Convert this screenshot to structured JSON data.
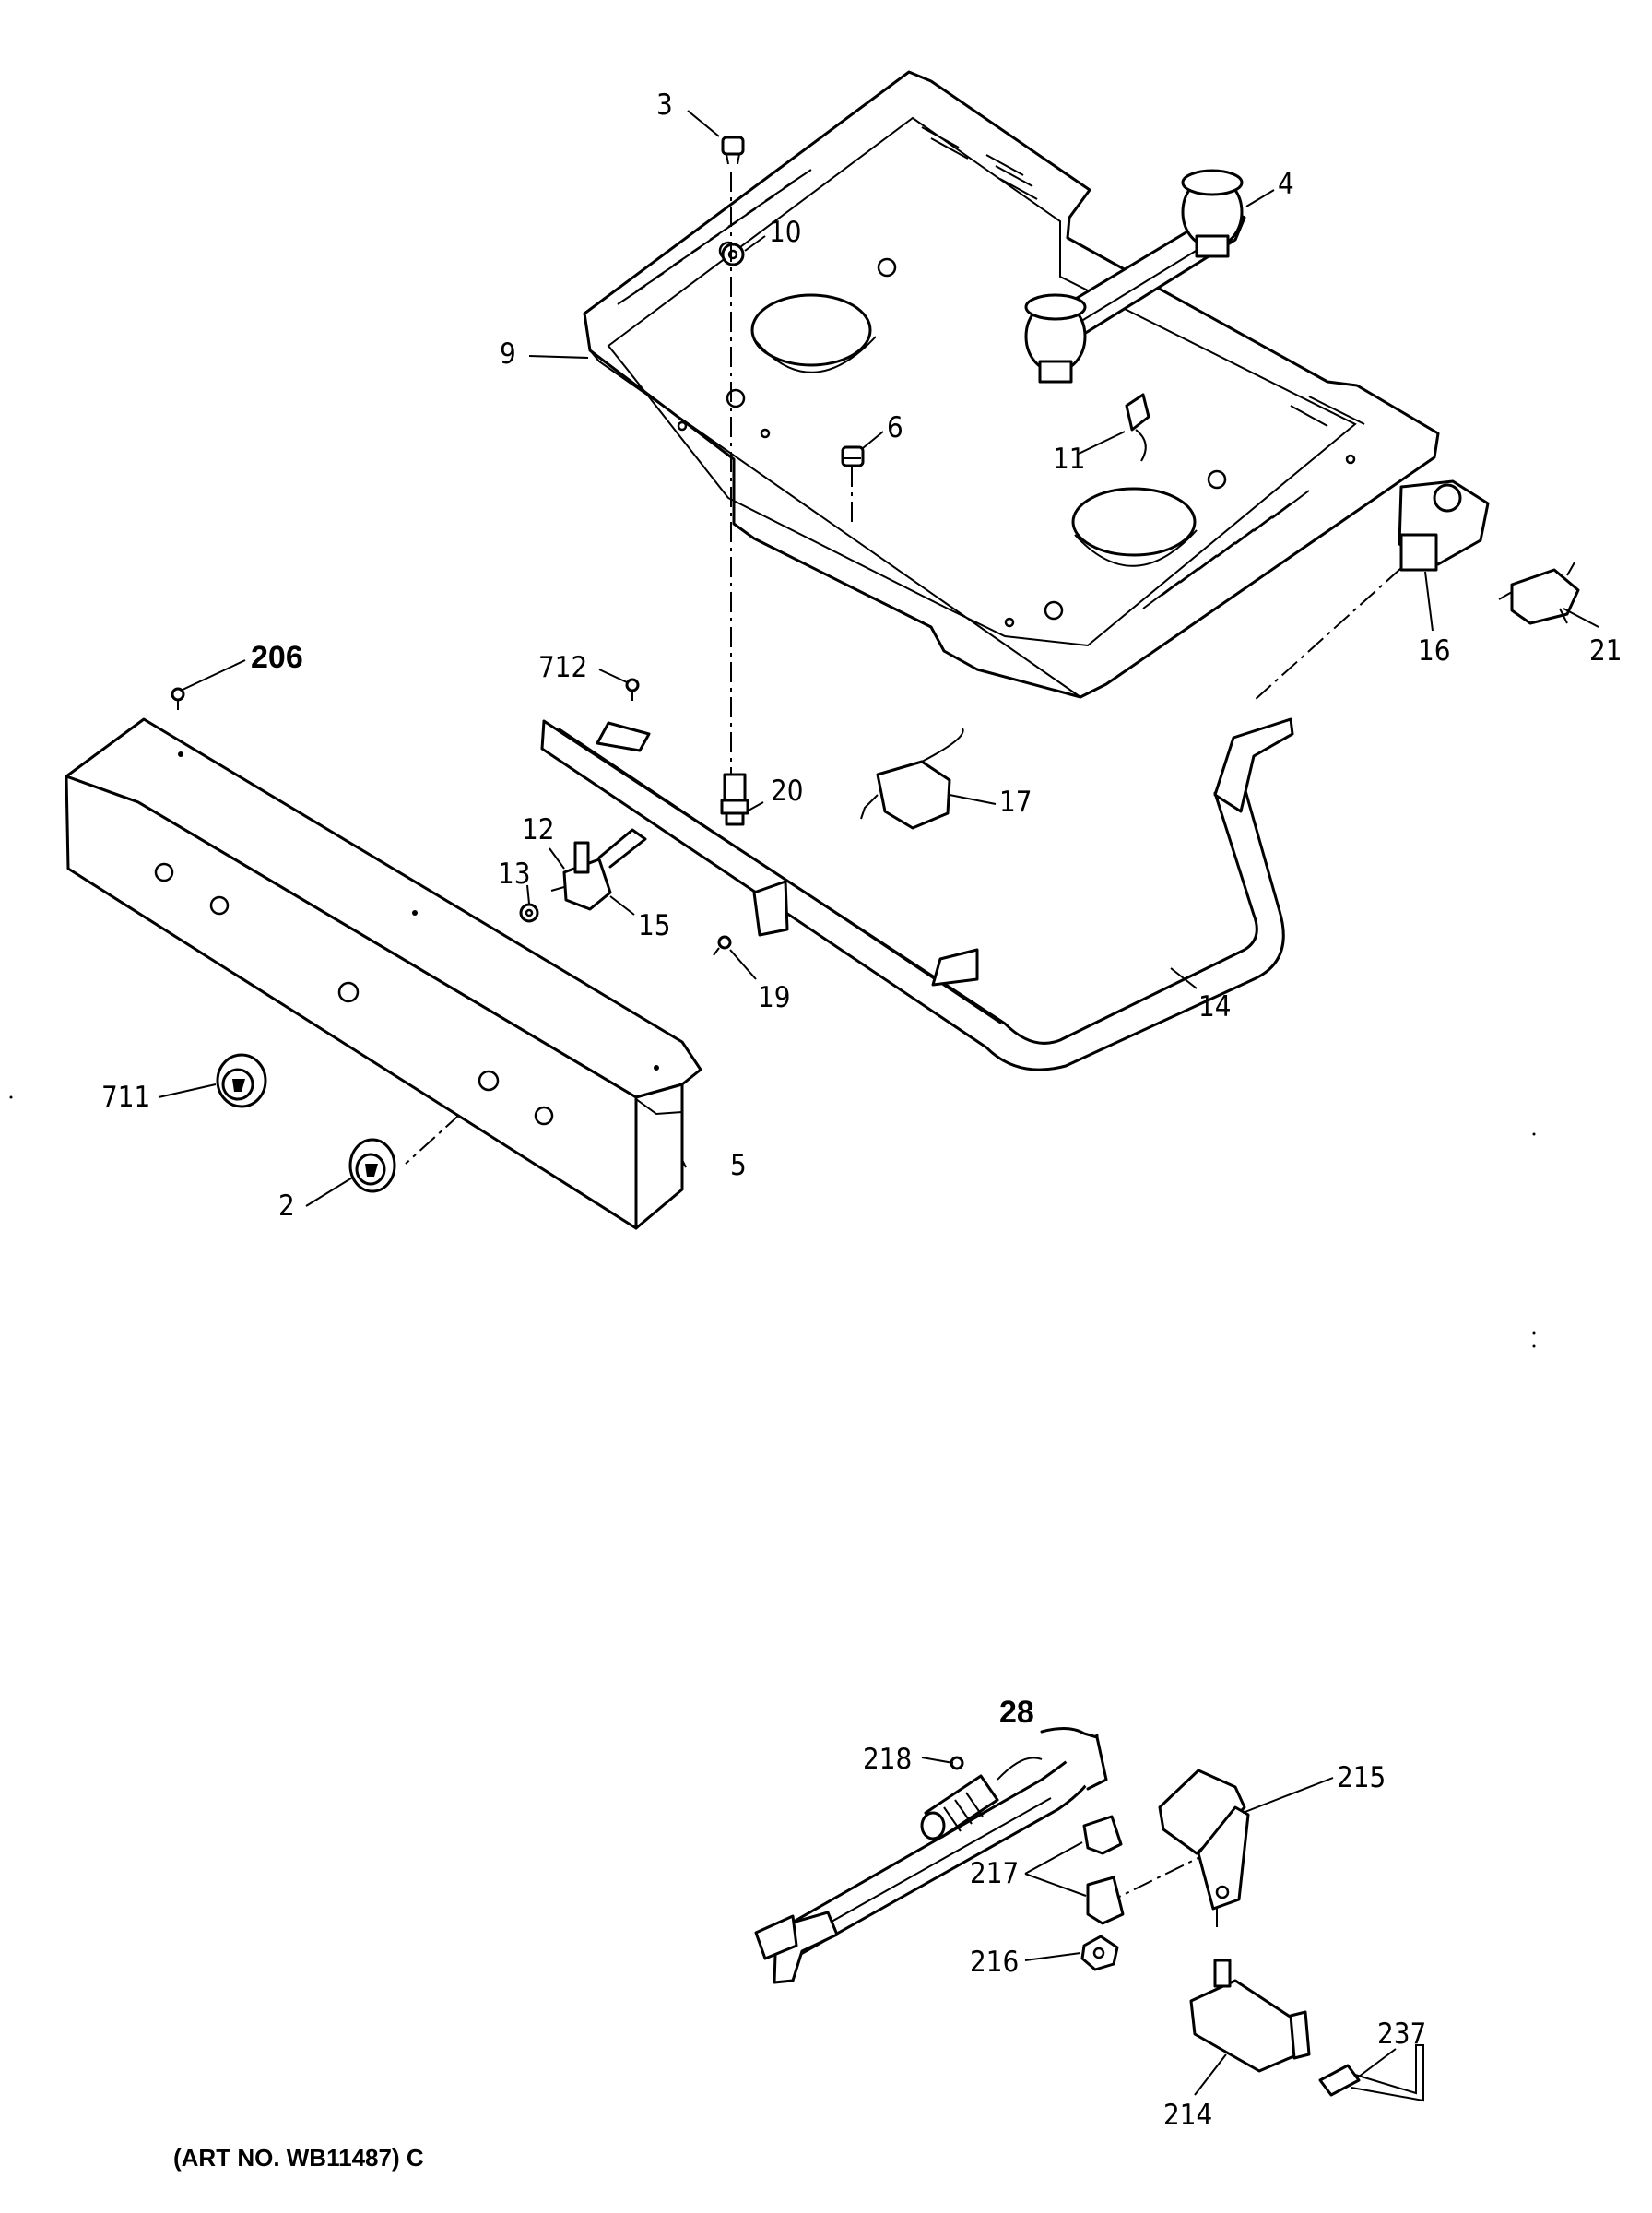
{
  "diagram": {
    "labels": [
      {
        "id": "p3",
        "text": "3"
      },
      {
        "id": "p10",
        "text": "10"
      },
      {
        "id": "p4",
        "text": "4"
      },
      {
        "id": "p9",
        "text": "9"
      },
      {
        "id": "p6",
        "text": "6"
      },
      {
        "id": "p11",
        "text": "11"
      },
      {
        "id": "p16",
        "text": "16"
      },
      {
        "id": "p21",
        "text": "21"
      },
      {
        "id": "p206",
        "text": "206"
      },
      {
        "id": "p712",
        "text": "712"
      },
      {
        "id": "p20",
        "text": "20"
      },
      {
        "id": "p17",
        "text": "17"
      },
      {
        "id": "p12",
        "text": "12"
      },
      {
        "id": "p13",
        "text": "13"
      },
      {
        "id": "p15",
        "text": "15"
      },
      {
        "id": "p19",
        "text": "19"
      },
      {
        "id": "p14",
        "text": "14"
      },
      {
        "id": "p711",
        "text": "711"
      },
      {
        "id": "p5",
        "text": "5"
      },
      {
        "id": "p2",
        "text": "2"
      },
      {
        "id": "p28",
        "text": "28"
      },
      {
        "id": "p218",
        "text": "218"
      },
      {
        "id": "p215",
        "text": "215"
      },
      {
        "id": "p217",
        "text": "217"
      },
      {
        "id": "p216",
        "text": "216"
      },
      {
        "id": "p237",
        "text": "237"
      },
      {
        "id": "p214",
        "text": "214"
      }
    ],
    "art_number": "(ART NO. WB11487) C"
  }
}
